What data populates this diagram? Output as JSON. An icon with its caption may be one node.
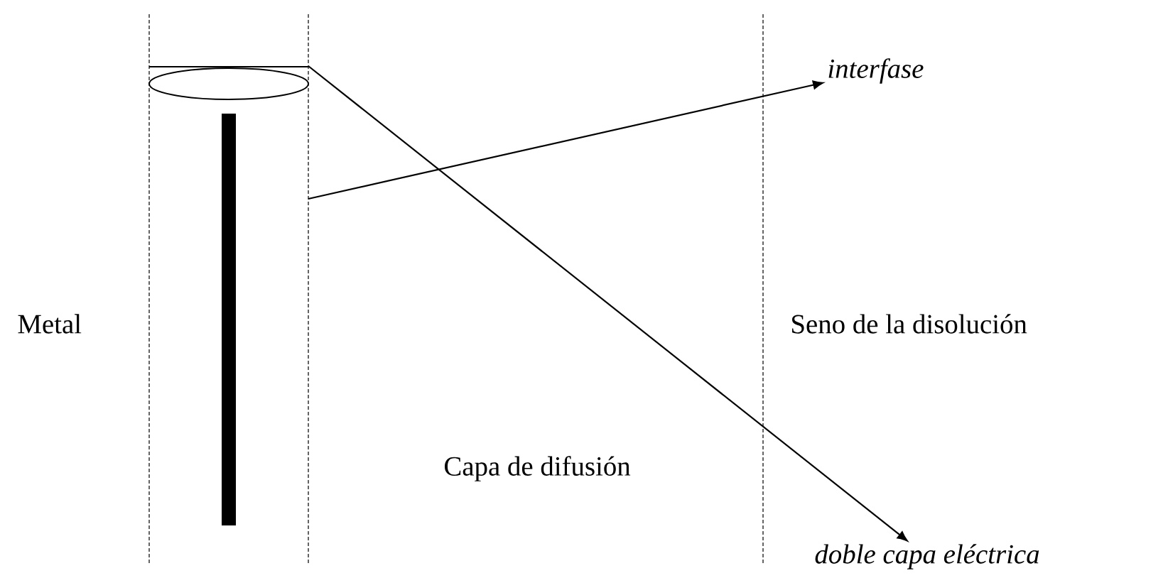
{
  "diagram": {
    "nodes": [
      {
        "text": [
          "interfase"
        ]
      },
      {
        "text": [],
        "shape": "ellipse"
      },
      {
        "text": [
          "doble capa eléctrica"
        ]
      }
    ],
    "edges": [
      {
        "from": null,
        "to": 0,
        "arrow": "to"
      },
      {
        "from": 1,
        "to": 2,
        "arrow": "to"
      }
    ],
    "labels": [
      "Metal",
      "Seno de la disolución",
      "Capa de difusión"
    ]
  }
}
